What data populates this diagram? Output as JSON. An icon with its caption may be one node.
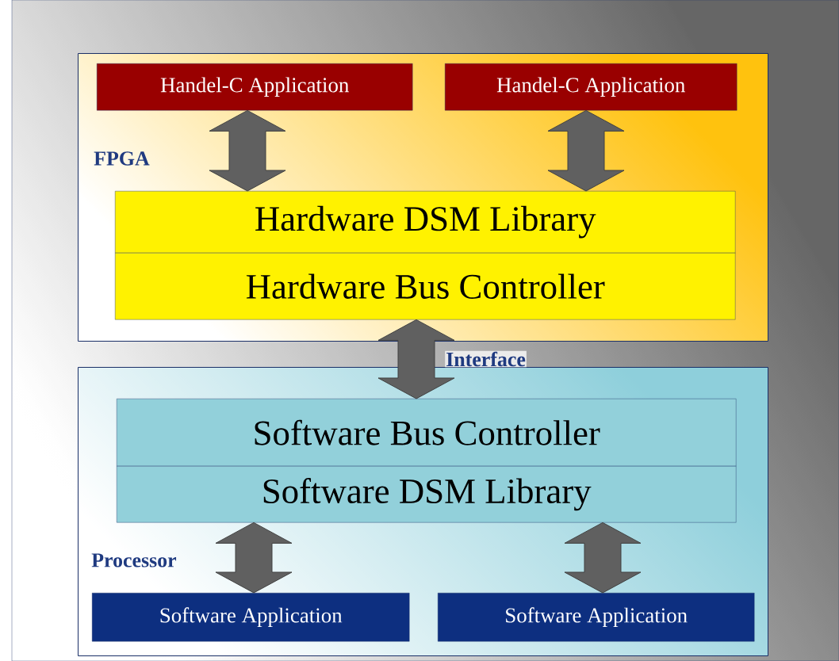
{
  "diagram": {
    "nodes": [
      {
        "text": [
          "FPGA"
        ]
      },
      {
        "text": [
          "Handel-C Application"
        ],
        "in": 0
      },
      {
        "text": [
          "Handel-C Application"
        ],
        "in": 0
      },
      {
        "text": [
          "Hardware DSM Library"
        ],
        "in": 0
      },
      {
        "text": [
          "Hardware Bus Controller"
        ],
        "in": 0
      },
      {
        "text": [
          "Processor"
        ]
      },
      {
        "text": [
          "Software Bus Controller"
        ],
        "in": 5
      },
      {
        "text": [
          "Software DSM Library"
        ],
        "in": 5
      },
      {
        "text": [
          "Software Application"
        ],
        "in": 5
      },
      {
        "text": [
          "Software Application"
        ],
        "in": 5
      }
    ],
    "edges": [
      {
        "from": 1,
        "to": 3,
        "arrow": "both"
      },
      {
        "from": 2,
        "to": 3,
        "arrow": "both"
      },
      {
        "from": 4,
        "to": 6,
        "arrow": "both",
        "label": "Interface"
      },
      {
        "from": 8,
        "to": 7,
        "arrow": "both"
      },
      {
        "from": 9,
        "to": 7,
        "arrow": "both"
      }
    ]
  }
}
